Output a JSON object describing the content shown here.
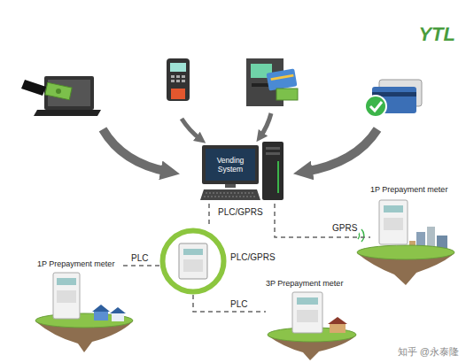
{
  "diagram": {
    "nodes": [
      {
        "text": [
          "Vending System"
        ]
      },
      {
        "text": [
          "1P Prepayment meter"
        ]
      },
      {
        "text": [
          "PLC/GPRS"
        ]
      },
      {
        "text": [
          "1P Prepayment meter"
        ]
      },
      {
        "text": [
          "3P Prepayment meter"
        ]
      }
    ],
    "edges": [
      {
        "from": 0,
        "to": 1,
        "label": "GPRS",
        "arrow": "none"
      },
      {
        "from": 0,
        "to": 2,
        "label": "PLC/GPRS",
        "arrow": "none"
      },
      {
        "from": 2,
        "to": 3,
        "label": "PLC",
        "arrow": "none"
      },
      {
        "from": 2,
        "to": 4,
        "label": "PLC",
        "arrow": "none"
      }
    ],
    "labels": [
      "YTL",
      "知乎 @永泰隆"
    ]
  }
}
